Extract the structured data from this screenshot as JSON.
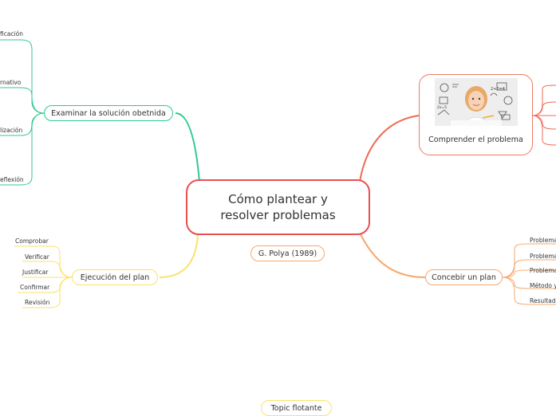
{
  "central": {
    "label": "Cómo plantear y resolver problemas"
  },
  "author": {
    "label": "G. Polya (1989)"
  },
  "floating": {
    "label": "Topic flotante"
  },
  "branches": {
    "examinar": {
      "label": "Examinar la solución obetnida",
      "color": "#2fc98e",
      "children": [
        "ficación",
        "rnativo",
        "lización",
        "eflexión"
      ]
    },
    "ejecucion": {
      "label": "Ejecución del plan",
      "color": "#fbe26a",
      "children": [
        "Comprobar",
        "Verificar",
        "Justificar",
        "Confirmar",
        "Revisión"
      ]
    },
    "comprender": {
      "label": "Comprender el problema",
      "color": "#ee6a58",
      "image_alt": "girl with math doodles"
    },
    "concebir": {
      "label": "Concebir un plan",
      "color": "#f7a86e",
      "children": [
        "Problema",
        "Problema",
        "Problema",
        "Método y",
        "Resultado"
      ]
    }
  }
}
